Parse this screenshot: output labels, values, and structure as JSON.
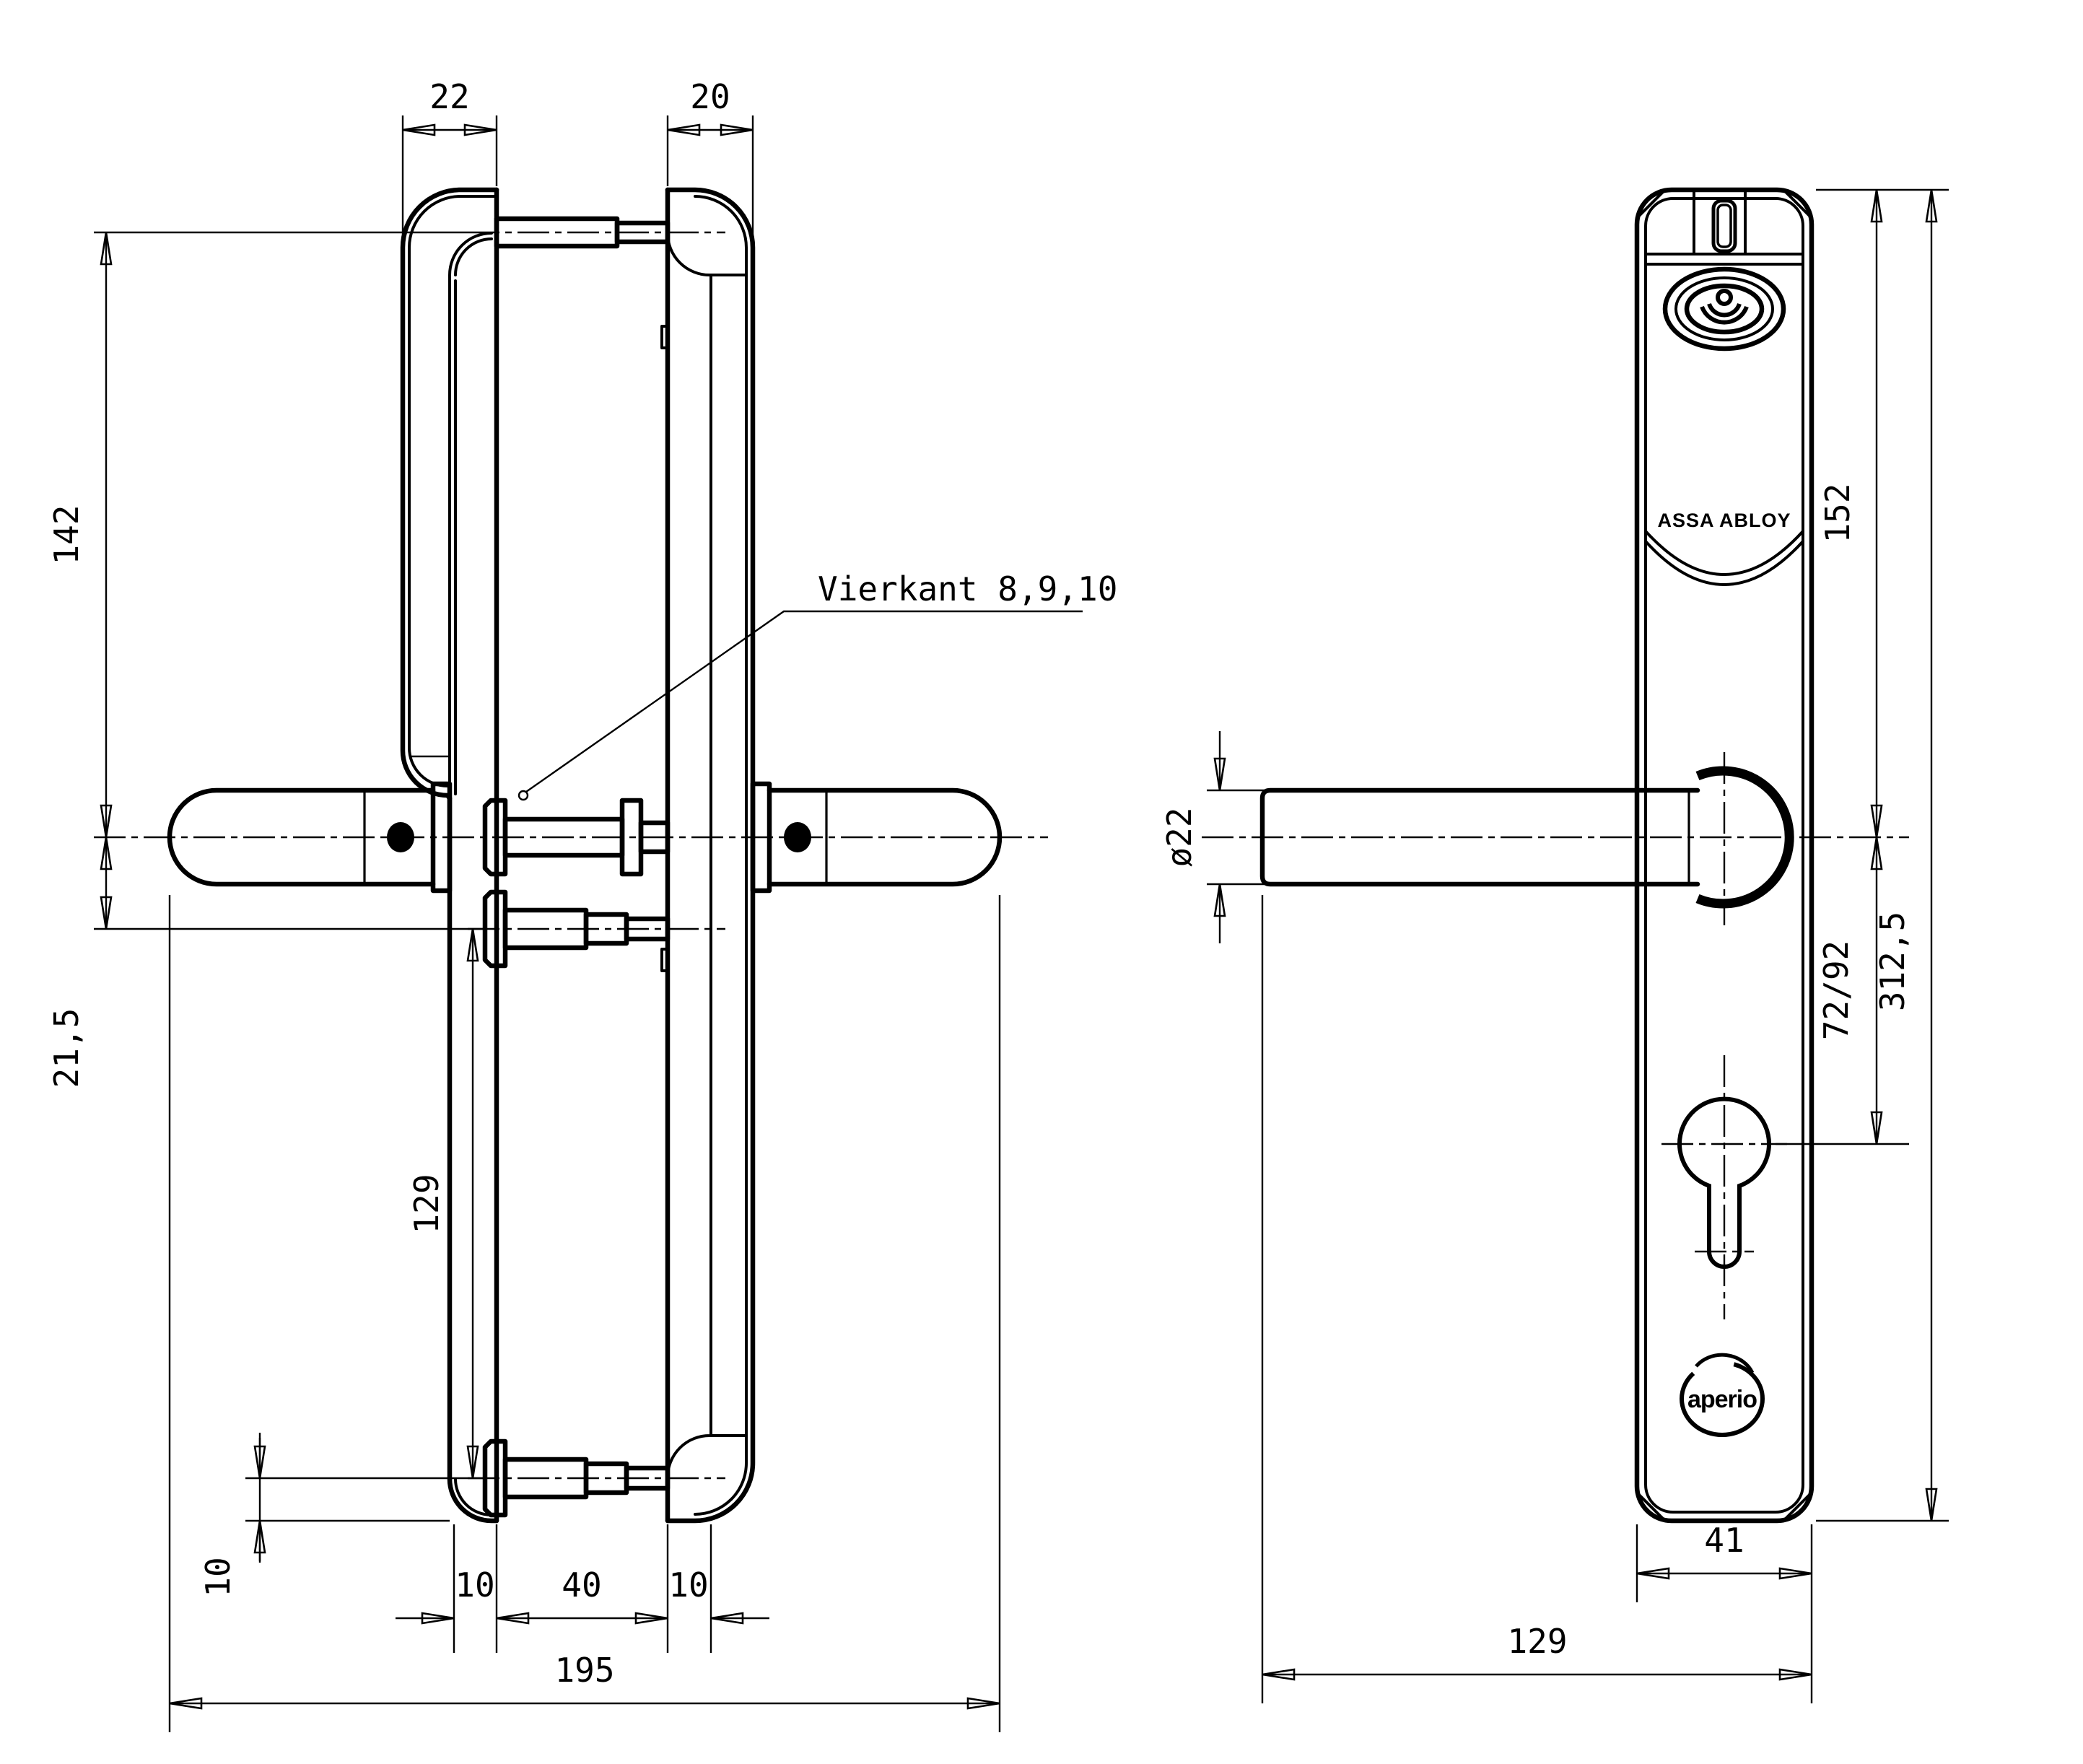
{
  "side": {
    "spindle_label": "Vierkant 8,9,10",
    "dims": {
      "d22": "22",
      "d20": "20",
      "d142": "142",
      "d21_5": "21,5",
      "d129": "129",
      "d10_bottom": "10",
      "d10_left": "10",
      "d40": "40",
      "d10_right": "10",
      "d195": "195"
    }
  },
  "front": {
    "brand": "ASSA ABLOY",
    "logo_text": "aperio",
    "dims": {
      "dia22": "ø22",
      "d152": "152",
      "d72_92": "72/92",
      "d312_5": "312,5",
      "d41": "41",
      "d129": "129"
    }
  }
}
